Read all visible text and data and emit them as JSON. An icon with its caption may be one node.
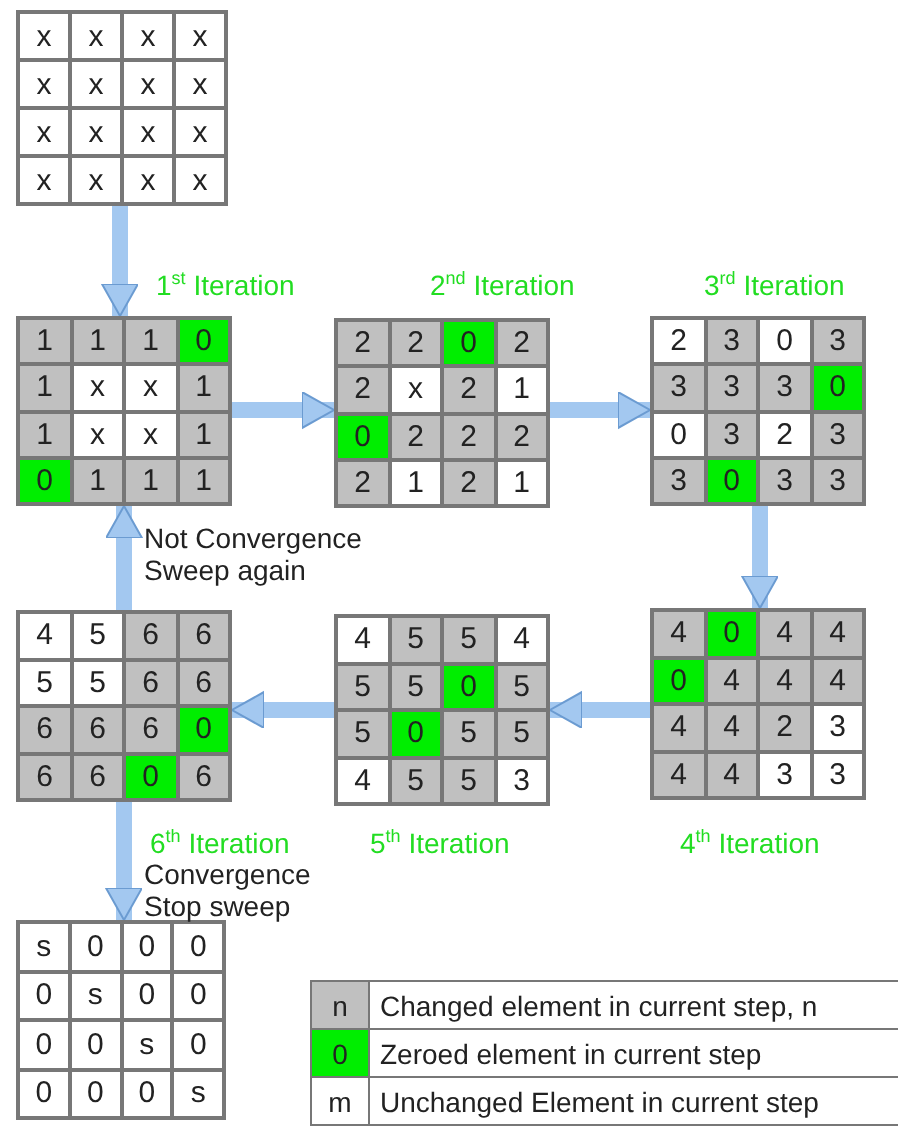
{
  "diagram": {
    "nodes": [
      {
        "text": [
          "x",
          "x",
          "x",
          "x",
          "x",
          "x",
          "x",
          "x",
          "x",
          "x",
          "x",
          "x",
          "x",
          "x",
          "x",
          "x"
        ]
      },
      {
        "text": [
          "1",
          "1",
          "1",
          "0",
          "1",
          "x",
          "x",
          "1",
          "1",
          "x",
          "x",
          "1",
          "0",
          "1",
          "1",
          "1"
        ],
        "beside": [
          "1$^{st}$  Iteration"
        ]
      },
      {
        "text": [
          "2",
          "2",
          "0",
          "2",
          "2",
          "x",
          "2",
          "1",
          "0",
          "2",
          "2",
          "2",
          "2",
          "1",
          "2",
          "1"
        ],
        "beside": [
          "2$^{nd}$ Iteration"
        ]
      },
      {
        "text": [
          "2",
          "3",
          "0",
          "3",
          "3",
          "3",
          "3",
          "0",
          "0",
          "3",
          "2",
          "3",
          "3",
          "0",
          "3",
          "3"
        ],
        "beside": [
          "3$^{rd}$ Iteration"
        ]
      },
      {
        "text": [
          "4",
          "0",
          "4",
          "4",
          "0",
          "4",
          "4",
          "4",
          "4",
          "4",
          "2",
          "3",
          "4",
          "4",
          "3",
          "3"
        ],
        "beside": [
          "4$^{th}$ Iteration"
        ]
      },
      {
        "text": [
          "4",
          "5",
          "5",
          "4",
          "5",
          "5",
          "0",
          "5",
          "5",
          "0",
          "5",
          "5",
          "4",
          "5",
          "5",
          "3"
        ],
        "beside": [
          "5$^{th}$ Iteration"
        ]
      },
      {
        "text": [
          "4",
          "5",
          "6",
          "6",
          "5",
          "5",
          "6",
          "6",
          "6",
          "6",
          "6",
          "0",
          "6",
          "6",
          "0",
          "6"
        ],
        "beside": [
          "6$^{th}$ Iteration"
        ]
      },
      {
        "text": [
          "s",
          "0",
          "0",
          "0",
          "0",
          "s",
          "0",
          "0",
          "0",
          "0",
          "s",
          "0",
          "0",
          "0",
          "0",
          "s"
        ]
      }
    ],
    "edges": [
      {
        "from": 0,
        "to": 1,
        "arrow": "to"
      },
      {
        "from": 1,
        "to": 2,
        "arrow": "to"
      },
      {
        "from": 2,
        "to": 3,
        "arrow": "to"
      },
      {
        "from": 3,
        "to": 4,
        "arrow": "to"
      },
      {
        "from": 4,
        "to": 5,
        "arrow": "to"
      },
      {
        "from": 5,
        "to": 6,
        "arrow": "to"
      },
      {
        "from": 6,
        "to": 1,
        "arrow": "to",
        "label": "Not Convergence Sweep again"
      },
      {
        "from": 6,
        "to": 7,
        "arrow": "to",
        "label": "Convergence Stop sweep"
      }
    ],
    "labels": [
      "n",
      "0",
      "m"
    ],
    "legend": [
      {
        "text": "Changed element in current step, n",
        "color": "#c0c0c0"
      },
      {
        "text": "Zeroed element in current step",
        "color": "#00ee00"
      },
      {
        "text": "Unchanged Element in current step",
        "color": "#ffffff"
      }
    ]
  }
}
